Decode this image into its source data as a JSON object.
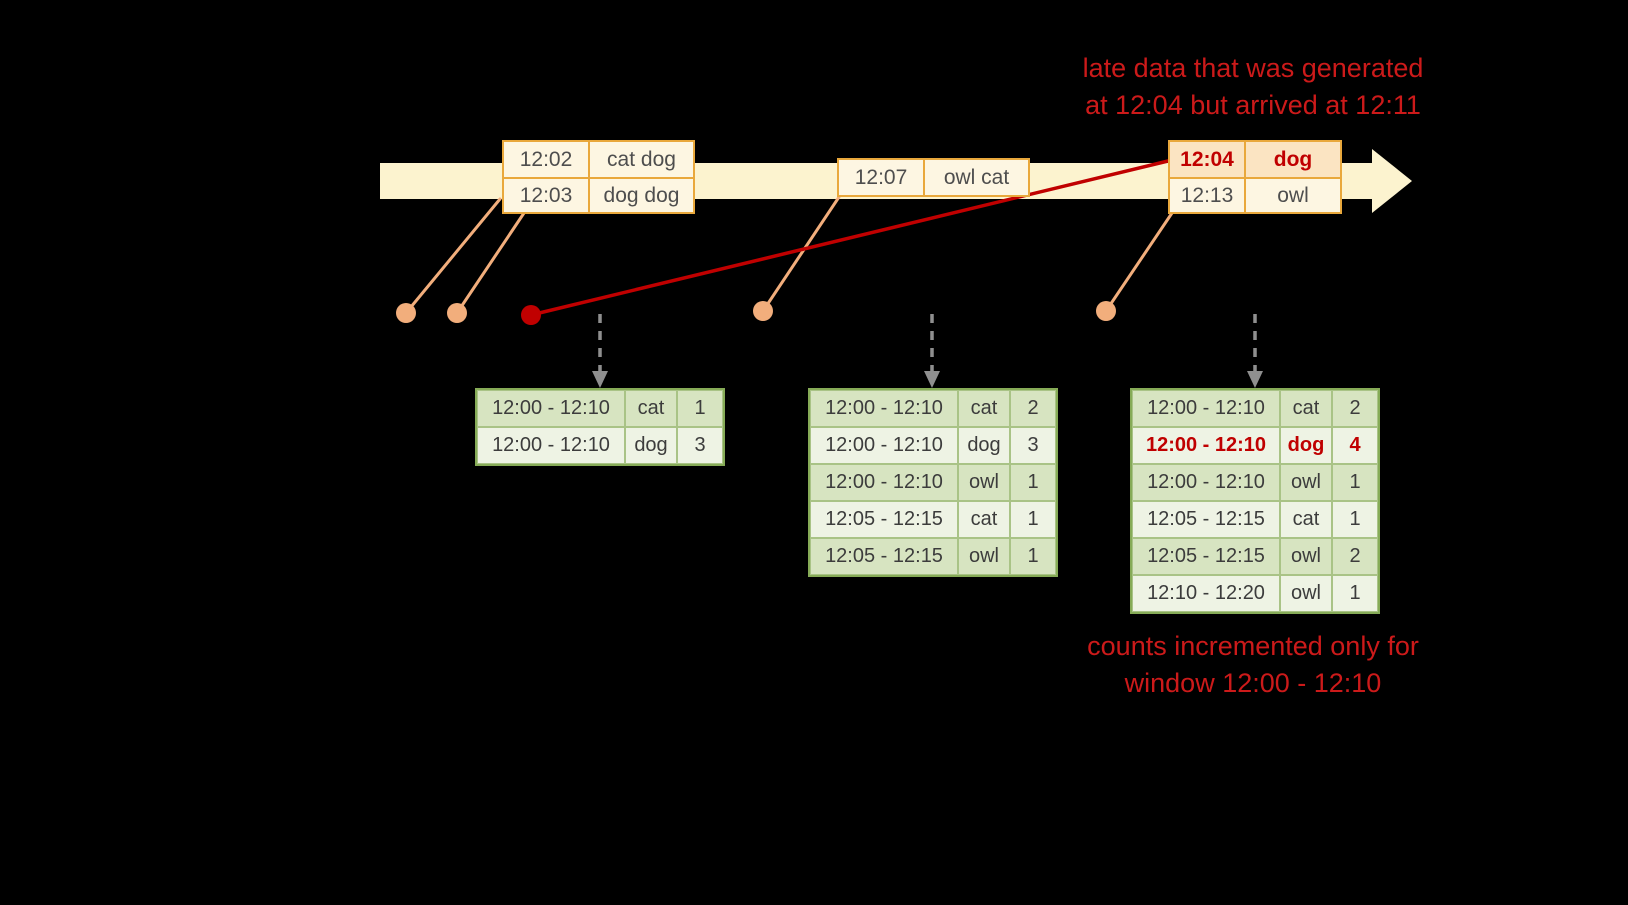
{
  "annotations": {
    "late_data": {
      "line1": "late data that was generated",
      "line2": "at 12:04 but arrived at 12:11"
    },
    "counts_note": {
      "line1": "counts incremented only for",
      "line2": "window 12:00 - 12:10"
    }
  },
  "colors": {
    "background": "#000000",
    "timeline_fill": "#fcf3cf",
    "event_border": "#e9a83c",
    "event_fill": "#fdf6e2",
    "late_event_fill": "#fbe4c2",
    "accent_red": "#c00000",
    "dot_orange": "#f2ae7c",
    "trigger_arrow_gray": "#8f8f8f",
    "table_border_green": "#86ab57",
    "row_green_dark": "#d7e4c1",
    "row_green_light": "#eef3e4"
  },
  "event_groups": [
    {
      "rows": [
        {
          "time": "12:02",
          "words": "cat dog"
        },
        {
          "time": "12:03",
          "words": "dog dog"
        }
      ]
    },
    {
      "rows": [
        {
          "time": "12:07",
          "words": "owl cat"
        }
      ]
    },
    {
      "rows": [
        {
          "time": "12:04",
          "words": "dog"
        },
        {
          "time": "12:13",
          "words": "owl"
        }
      ]
    }
  ],
  "result_tables": [
    {
      "rows": [
        {
          "window": "12:00 - 12:10",
          "word": "cat",
          "count": "1"
        },
        {
          "window": "12:00 - 12:10",
          "word": "dog",
          "count": "3"
        }
      ]
    },
    {
      "rows": [
        {
          "window": "12:00 - 12:10",
          "word": "cat",
          "count": "2"
        },
        {
          "window": "12:00 - 12:10",
          "word": "dog",
          "count": "3"
        },
        {
          "window": "12:00 - 12:10",
          "word": "owl",
          "count": "1"
        },
        {
          "window": "12:05 - 12:15",
          "word": "cat",
          "count": "1"
        },
        {
          "window": "12:05 - 12:15",
          "word": "owl",
          "count": "1"
        }
      ]
    },
    {
      "rows": [
        {
          "window": "12:00 - 12:10",
          "word": "cat",
          "count": "2"
        },
        {
          "window": "12:00 - 12:10",
          "word": "dog",
          "count": "4"
        },
        {
          "window": "12:00 - 12:10",
          "word": "owl",
          "count": "1"
        },
        {
          "window": "12:05 - 12:15",
          "word": "cat",
          "count": "1"
        },
        {
          "window": "12:05 - 12:15",
          "word": "owl",
          "count": "2"
        },
        {
          "window": "12:10 - 12:20",
          "word": "owl",
          "count": "1"
        }
      ]
    }
  ]
}
